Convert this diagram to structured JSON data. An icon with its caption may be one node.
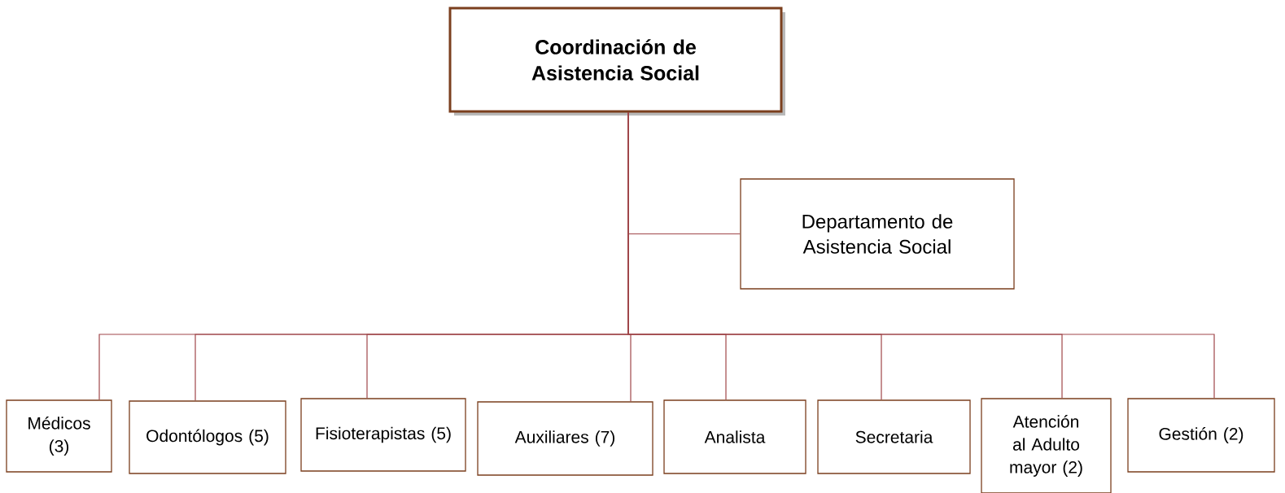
{
  "diagram": {
    "nodes": [
      {
        "text": [
          "Coordinación de Asistencia Social"
        ]
      },
      {
        "text": [
          "Departamento de Asistencia Social"
        ]
      },
      {
        "text": [
          "Médicos (3)"
        ]
      },
      {
        "text": [
          "Odontólogos (5)"
        ]
      },
      {
        "text": [
          "Fisioterapistas (5)"
        ]
      },
      {
        "text": [
          "Auxiliares (7)"
        ]
      },
      {
        "text": [
          "Analista"
        ]
      },
      {
        "text": [
          "Secretaria"
        ]
      },
      {
        "text": [
          "Atención al Adulto mayor (2)"
        ]
      },
      {
        "text": [
          "Gestión (2)"
        ]
      }
    ],
    "edges": [
      {
        "from": 0,
        "to": 1,
        "arrow": "none"
      },
      {
        "from": 0,
        "to": 2,
        "arrow": "none"
      },
      {
        "from": 0,
        "to": 3,
        "arrow": "none"
      },
      {
        "from": 0,
        "to": 4,
        "arrow": "none"
      },
      {
        "from": 0,
        "to": 5,
        "arrow": "none"
      },
      {
        "from": 0,
        "to": 6,
        "arrow": "none"
      },
      {
        "from": 0,
        "to": 7,
        "arrow": "none"
      },
      {
        "from": 0,
        "to": 8,
        "arrow": "none"
      },
      {
        "from": 0,
        "to": 9,
        "arrow": "none"
      }
    ]
  }
}
